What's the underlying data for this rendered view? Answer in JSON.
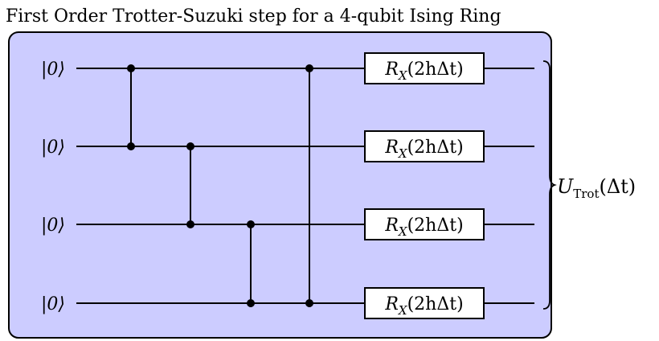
{
  "title": "First Order Trotter-Suzuki step for a 4-qubit Ising Ring",
  "colors": {
    "panel_fill": "#ccccff",
    "stroke": "#000000",
    "gate_fill": "#ffffff"
  },
  "qubits": [
    {
      "ket": "|0⟩"
    },
    {
      "ket": "|0⟩"
    },
    {
      "ket": "|0⟩"
    },
    {
      "ket": "|0⟩"
    }
  ],
  "cz_gates": [
    {
      "control": 0,
      "target": 1
    },
    {
      "control": 1,
      "target": 2
    },
    {
      "control": 2,
      "target": 3
    },
    {
      "control": 0,
      "target": 3
    }
  ],
  "rx_gates": [
    {
      "qubit": 0,
      "op": "R",
      "op_sub": "X",
      "arg": "(2hΔt)"
    },
    {
      "qubit": 1,
      "op": "R",
      "op_sub": "X",
      "arg": "(2hΔt)"
    },
    {
      "qubit": 2,
      "op": "R",
      "op_sub": "X",
      "arg": "(2hΔt)"
    },
    {
      "qubit": 3,
      "op": "R",
      "op_sub": "X",
      "arg": "(2hΔt)"
    }
  ],
  "output": {
    "main": "U",
    "sub": "Trot",
    "arg": "(Δt)"
  }
}
